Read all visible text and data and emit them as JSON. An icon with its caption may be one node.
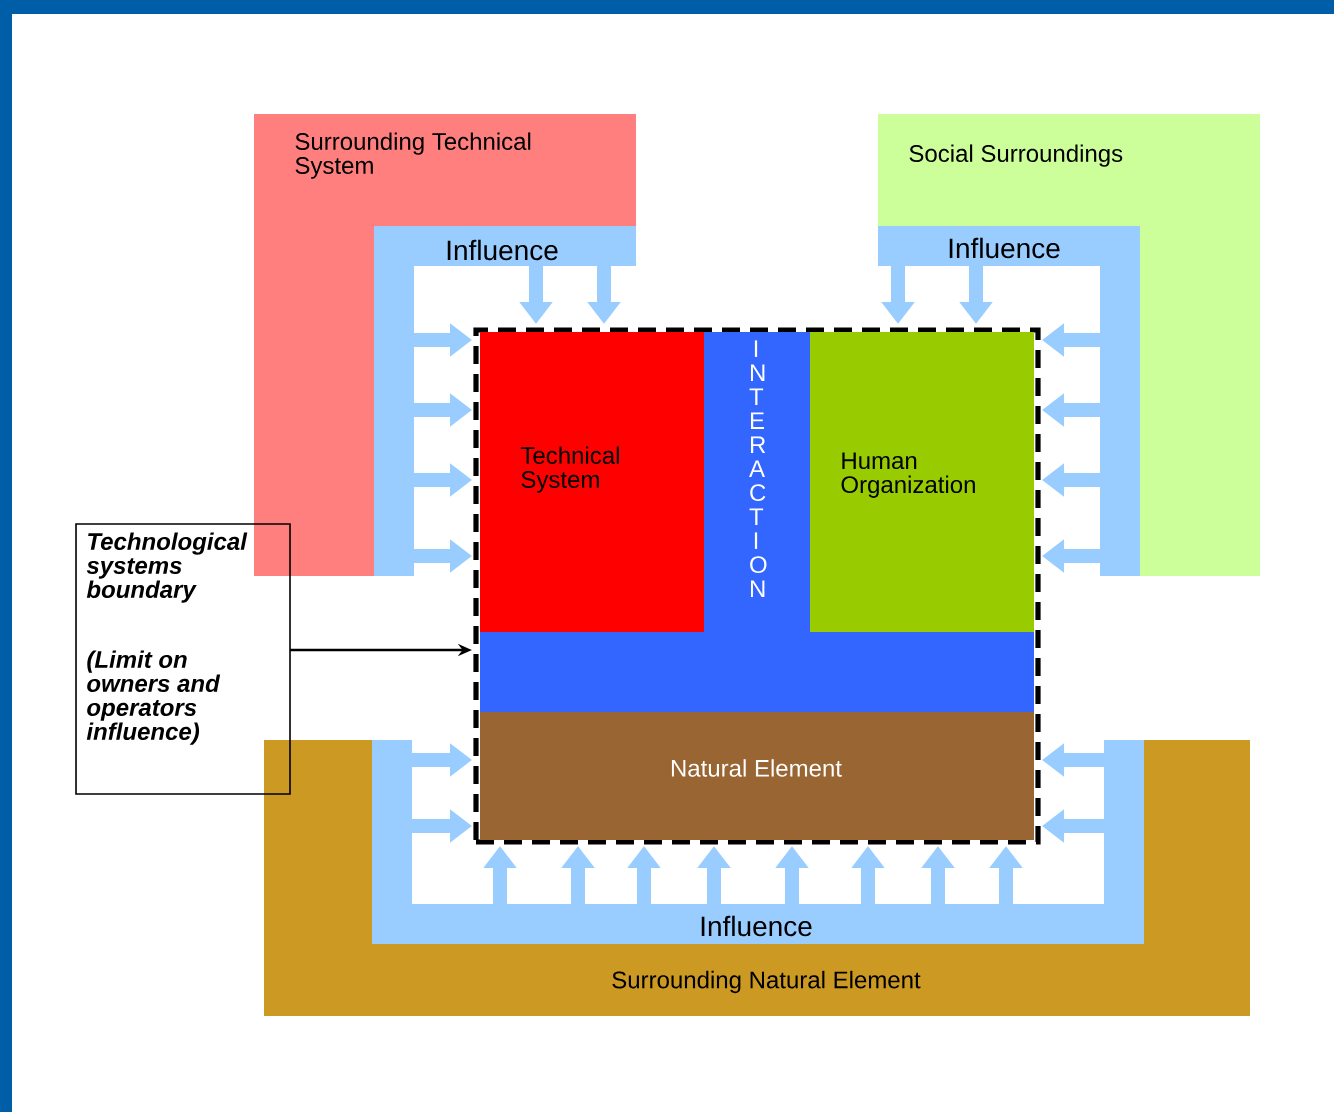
{
  "diagram": {
    "nodes": [
      {
        "text": [
          "Surrounding Technical System"
        ]
      },
      {
        "text": [
          "Influence"
        ],
        "in": 0
      },
      {
        "text": [
          "Social Surroundings"
        ]
      },
      {
        "text": [
          "Influence"
        ],
        "in": 2
      },
      {
        "text": [],
        "shape": "box"
      },
      {
        "text": [
          "Technical System"
        ],
        "in": 4
      },
      {
        "text": [
          "INTERACTION"
        ],
        "in": 4
      },
      {
        "text": [
          "Human Organization"
        ],
        "in": 4
      },
      {
        "text": [
          "Natural Element"
        ],
        "in": 4
      },
      {
        "text": [
          "Surrounding Natural Element"
        ]
      },
      {
        "text": [
          "Influence"
        ],
        "in": 9
      },
      {
        "text": [
          "Technological systems boundary",
          "(Limit on owners and operators influence)"
        ]
      }
    ],
    "edges": [
      {
        "from": 11,
        "to": 4,
        "arrow": "to",
        "color": "#000000"
      },
      {
        "from": 1,
        "to": 4,
        "arrow": "to"
      },
      {
        "from": 1,
        "to": 4,
        "arrow": "to"
      },
      {
        "from": 3,
        "to": 4,
        "arrow": "to"
      },
      {
        "from": 3,
        "to": 4,
        "arrow": "to"
      },
      {
        "from": 1,
        "to": 4,
        "arrow": "to"
      },
      {
        "from": 1,
        "to": 4,
        "arrow": "to"
      },
      {
        "from": 1,
        "to": 4,
        "arrow": "to"
      },
      {
        "from": 1,
        "to": 4,
        "arrow": "to"
      },
      {
        "from": 3,
        "to": 4,
        "arrow": "to"
      },
      {
        "from": 3,
        "to": 4,
        "arrow": "to"
      },
      {
        "from": 3,
        "to": 4,
        "arrow": "to"
      },
      {
        "from": 3,
        "to": 4,
        "arrow": "to"
      },
      {
        "from": 10,
        "to": 4,
        "arrow": "to"
      },
      {
        "from": 10,
        "to": 4,
        "arrow": "to"
      },
      {
        "from": 10,
        "to": 4,
        "arrow": "to"
      },
      {
        "from": 10,
        "to": 4,
        "arrow": "to"
      },
      {
        "from": 10,
        "to": 4,
        "arrow": "to"
      },
      {
        "from": 10,
        "to": 4,
        "arrow": "to"
      },
      {
        "from": 10,
        "to": 4,
        "arrow": "to"
      },
      {
        "from": 10,
        "to": 4,
        "arrow": "to"
      },
      {
        "from": 10,
        "to": 4,
        "arrow": "to"
      },
      {
        "from": 10,
        "to": 4,
        "arrow": "to"
      },
      {
        "from": 10,
        "to": 4,
        "arrow": "to"
      },
      {
        "from": 10,
        "to": 4,
        "arrow": "to"
      }
    ]
  }
}
